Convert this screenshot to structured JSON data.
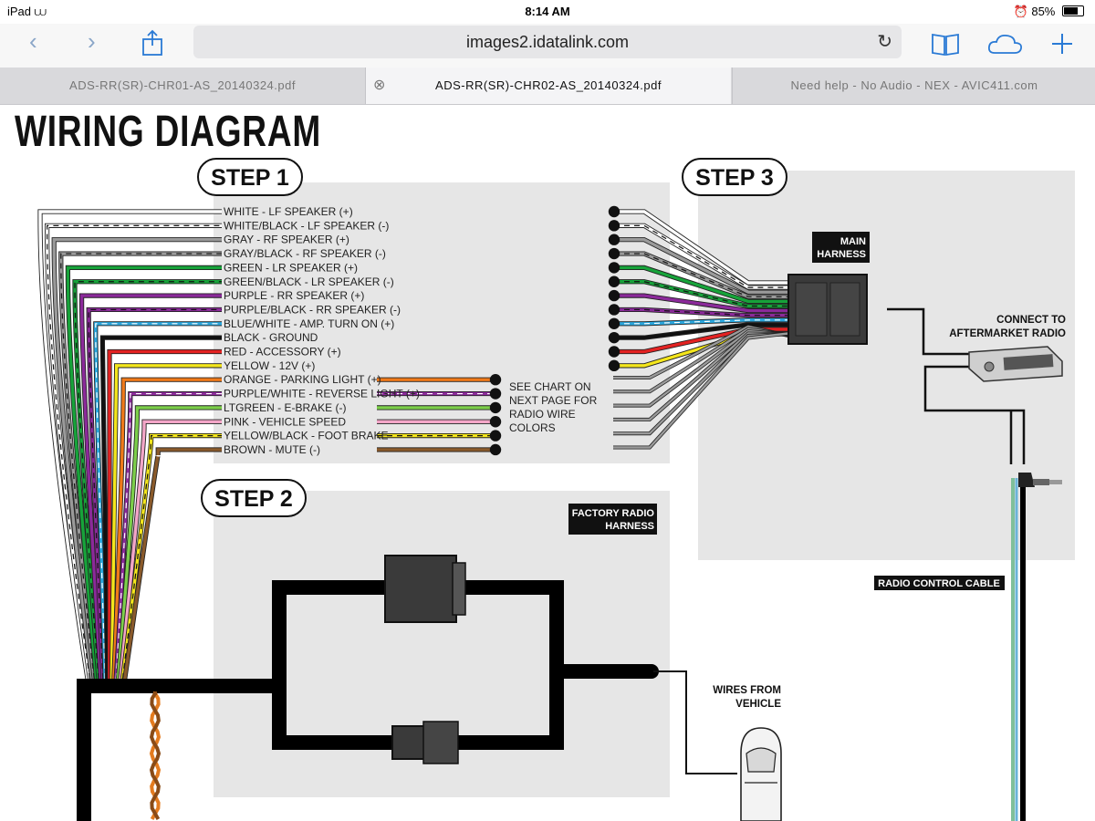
{
  "status": {
    "device": "iPad",
    "time": "8:14 AM",
    "battery": "85%",
    "battery_level": 0.85
  },
  "browser": {
    "url": "images2.idatalink.com"
  },
  "tabs": [
    {
      "label": "ADS-RR(SR)-CHR01-AS_20140324.pdf"
    },
    {
      "label": "ADS-RR(SR)-CHR02-AS_20140324.pdf"
    },
    {
      "label": "Need help - No Audio - NEX - AVIC411.com"
    }
  ],
  "document": {
    "title": "WIRING DIAGRAM",
    "step1": "STEP 1",
    "step2": "STEP 2",
    "step3": "STEP 3",
    "wires": [
      {
        "label": "WHITE - LF SPEAKER (+)",
        "color": "#ffffff",
        "stripe": ""
      },
      {
        "label": "WHITE/BLACK - LF SPEAKER (-)",
        "color": "#ffffff",
        "stripe": "#111111"
      },
      {
        "label": "GRAY - RF SPEAKER (+)",
        "color": "#9a9a9a",
        "stripe": ""
      },
      {
        "label": "GRAY/BLACK - RF SPEAKER (-)",
        "color": "#9a9a9a",
        "stripe": "#111111"
      },
      {
        "label": "GREEN - LR SPEAKER (+)",
        "color": "#17a33a",
        "stripe": ""
      },
      {
        "label": "GREEN/BLACK - LR SPEAKER (-)",
        "color": "#17a33a",
        "stripe": "#111111"
      },
      {
        "label": "PURPLE - RR SPEAKER (+)",
        "color": "#8b2a9a",
        "stripe": ""
      },
      {
        "label": "PURPLE/BLACK - RR SPEAKER (-)",
        "color": "#8b2a9a",
        "stripe": "#111111"
      },
      {
        "label": "BLUE/WHITE - AMP. TURN ON (+)",
        "color": "#2aa7de",
        "stripe": "#ffffff"
      },
      {
        "label": "BLACK - GROUND",
        "color": "#111111",
        "stripe": ""
      },
      {
        "label": "RED - ACCESSORY (+)",
        "color": "#e32222",
        "stripe": ""
      },
      {
        "label": "YELLOW - 12V (+)",
        "color": "#f4e61c",
        "stripe": ""
      },
      {
        "label": "ORANGE - PARKING LIGHT (+)",
        "color": "#f07a1a",
        "stripe": ""
      },
      {
        "label": "PURPLE/WHITE - REVERSE LIGHT (+)",
        "color": "#8b2a9a",
        "stripe": "#ffffff"
      },
      {
        "label": "LTGREEN - E-BRAKE (-)",
        "color": "#7ccf4a",
        "stripe": ""
      },
      {
        "label": "PINK - VEHICLE SPEED",
        "color": "#f3a6c8",
        "stripe": ""
      },
      {
        "label": "YELLOW/BLACK - FOOT BRAKE",
        "color": "#f4e61c",
        "stripe": "#111111"
      },
      {
        "label": "BROWN - MUTE (-)",
        "color": "#8a5a2b",
        "stripe": ""
      }
    ],
    "see_chart": [
      "SEE CHART ON",
      "NEXT PAGE FOR",
      "RADIO WIRE",
      "COLORS"
    ],
    "main_harness": [
      "MAIN",
      "HARNESS"
    ],
    "connect_to": [
      "CONNECT TO",
      "AFTERMARKET RADIO"
    ],
    "factory_radio_harness": [
      "FACTORY RADIO",
      "HARNESS"
    ],
    "radio_control_cable": "RADIO CONTROL CABLE",
    "wires_from_vehicle": [
      "WIRES FROM",
      "VEHICLE"
    ]
  }
}
